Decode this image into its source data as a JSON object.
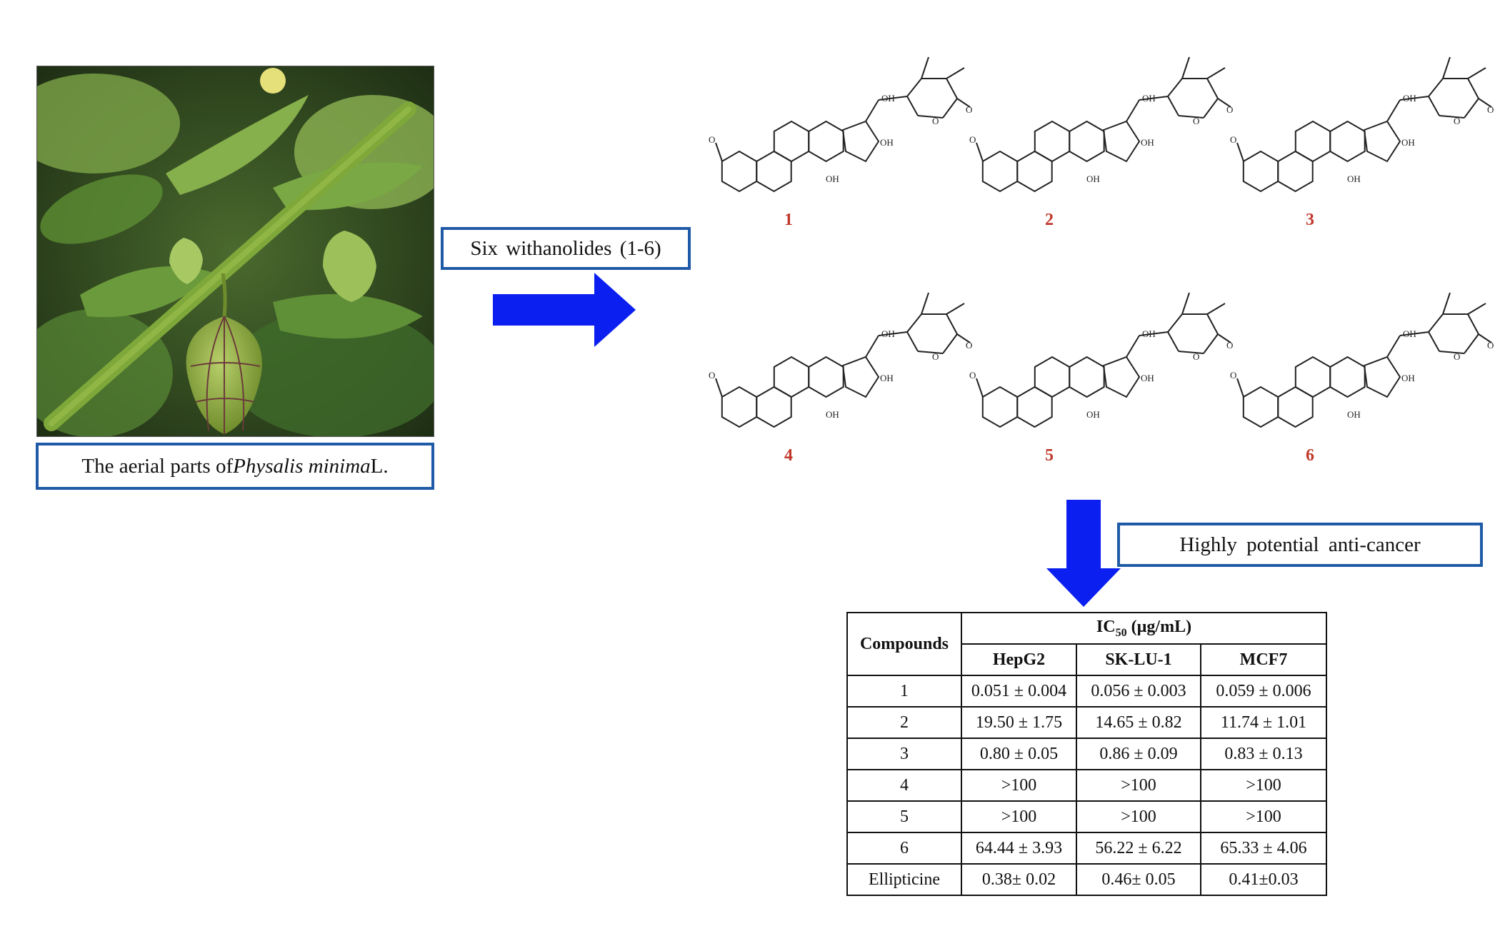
{
  "labels": {
    "photo_caption_pre": "The aerial parts of ",
    "photo_caption_species": "Physalis minima",
    "photo_caption_post": " L.",
    "six_withanolides": "Six withanolides (1-6)",
    "anticancer": "Highly potential anti-cancer"
  },
  "compounds": [
    {
      "number": "1"
    },
    {
      "number": "2"
    },
    {
      "number": "3"
    },
    {
      "number": "4"
    },
    {
      "number": "5"
    },
    {
      "number": "6"
    }
  ],
  "atom_labels": {
    "oh": "OH",
    "o": "O"
  },
  "table": {
    "col_header": "Compounds",
    "ic_label": "IC",
    "ic_sub": "50",
    "ic_unit": " (µg/mL)",
    "cell_lines": [
      "HepG2",
      "SK-LU-1",
      "MCF7"
    ],
    "rows": [
      {
        "compound": "1",
        "values": [
          "0.051 ± 0.004",
          "0.056 ± 0.003",
          "0.059 ± 0.006"
        ]
      },
      {
        "compound": "2",
        "values": [
          "19.50 ± 1.75",
          "14.65 ± 0.82",
          "11.74 ± 1.01"
        ]
      },
      {
        "compound": "3",
        "values": [
          "0.80 ± 0.05",
          "0.86 ± 0.09",
          "0.83 ± 0.13"
        ]
      },
      {
        "compound": "4",
        "values": [
          ">100",
          ">100",
          ">100"
        ]
      },
      {
        "compound": "5",
        "values": [
          ">100",
          ">100",
          ">100"
        ]
      },
      {
        "compound": "6",
        "values": [
          "64.44 ± 3.93",
          "56.22 ± 6.22",
          "65.33 ± 4.06"
        ]
      },
      {
        "compound": "Ellipticine",
        "values": [
          "0.38± 0.02",
          "0.46± 0.05",
          "0.41±0.03"
        ]
      }
    ]
  },
  "colors": {
    "arrow": "#0a1ff0",
    "box_border": "#1f5aa6",
    "compound_number": "#c0392b"
  }
}
